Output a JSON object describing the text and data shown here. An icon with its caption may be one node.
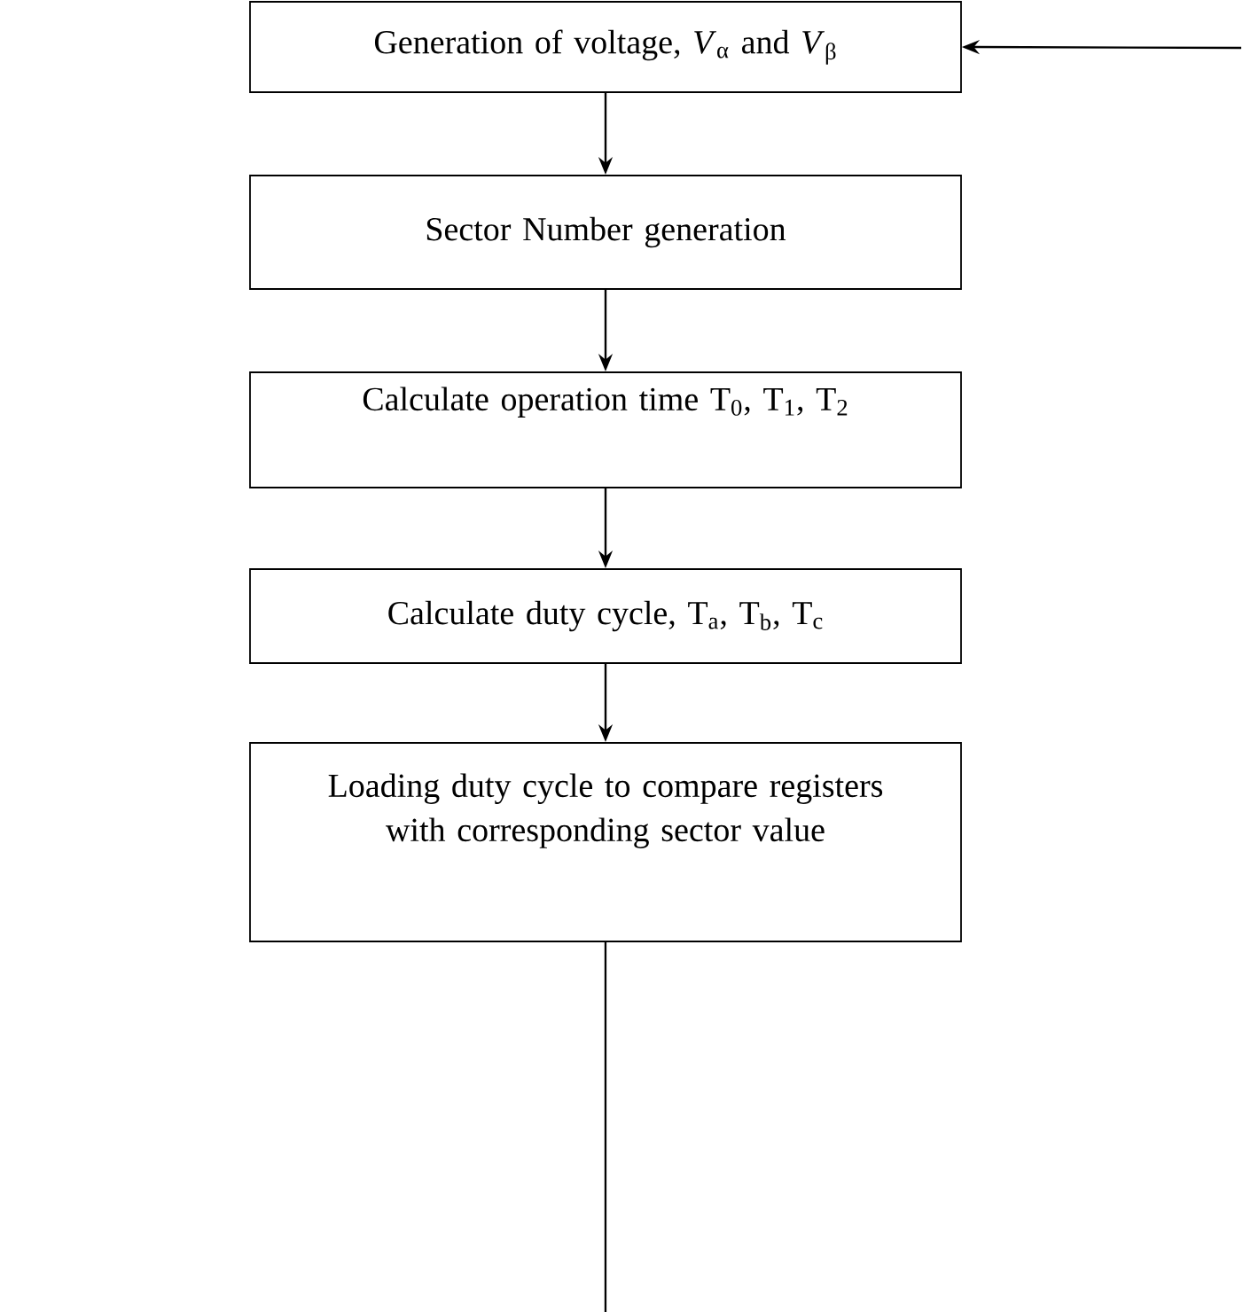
{
  "diagram": {
    "nodes": [
      {
        "text": [
          "Generation of voltage, *V*$_{α}$ and *V*$_{β}$"
        ]
      },
      {
        "text": [
          "Sector Number generation"
        ]
      },
      {
        "text": [
          "Calculate operation time T$_{0}$, T$_{1}$, T$_{2}$"
        ]
      },
      {
        "text": [
          "Calculate duty cycle, T$_{a}$, T$_{b}$, T$_{c}$"
        ]
      },
      {
        "text": [
          "Loading duty cycle to compare registers with corresponding sector value"
        ]
      }
    ],
    "edges": [
      {
        "from": null,
        "to": 0,
        "arrow": "to"
      },
      {
        "from": 0,
        "to": 1,
        "arrow": "to"
      },
      {
        "from": 1,
        "to": 2,
        "arrow": "to"
      },
      {
        "from": 2,
        "to": 3,
        "arrow": "to"
      },
      {
        "from": 3,
        "to": 4,
        "arrow": "to"
      },
      {
        "from": 4,
        "to": null,
        "arrow": "none"
      }
    ]
  }
}
